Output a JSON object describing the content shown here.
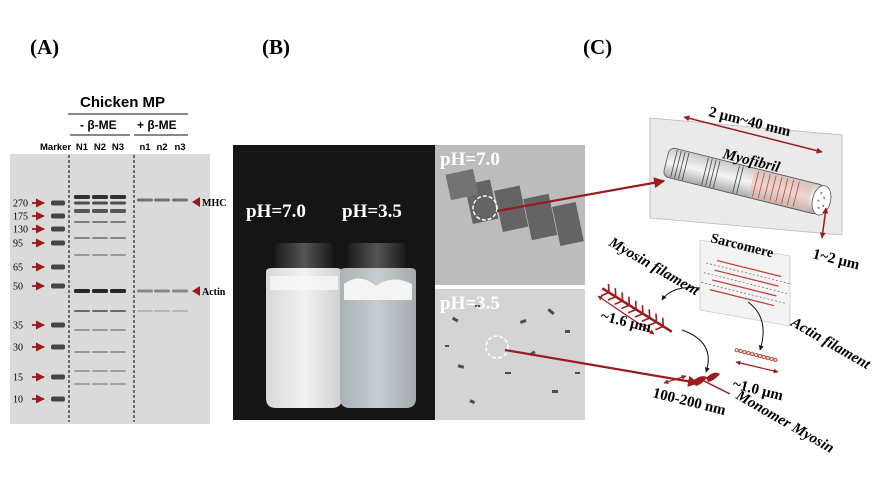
{
  "panels": {
    "a": "(A)",
    "b": "(B)",
    "c": "(C)"
  },
  "gel": {
    "title": "Chicken MP",
    "group_minus": "- β-ME",
    "group_plus": "+ β-ME",
    "marker_label": "Marker",
    "lanes": [
      "N1",
      "N2",
      "N3",
      "n1",
      "n2",
      "n3"
    ],
    "mw": [
      "270",
      "175",
      "130",
      "95",
      "65",
      "50",
      "35",
      "30",
      "15",
      "10"
    ],
    "bands": {
      "mhc": "MHC",
      "actin": "Actin"
    }
  },
  "photo": {
    "left_ph": "pH=7.0",
    "right_ph": "pH=3.5"
  },
  "tem": {
    "top": "pH=7.0",
    "bottom": "pH=3.5"
  },
  "schematic": {
    "myofibril_length": "2 μm~40 mm",
    "myofibril": "Myofibril",
    "myofibril_diameter": "1~2 μm",
    "sarcomere": "Sarcomere",
    "myosin_filament": "Myosin filament",
    "myosin_length": "~1.6 μm",
    "actin_filament": "Actin filament",
    "actin_length": "~1.0 μm",
    "monomer_size": "100-200 nm",
    "monomer_myosin": "Monomer Myosin"
  },
  "colors": {
    "accent": "#9b1b1f",
    "gel_bg": "#d9d9d9",
    "photo_bg": "#151515",
    "tem_bg": "#b9b9b9"
  }
}
